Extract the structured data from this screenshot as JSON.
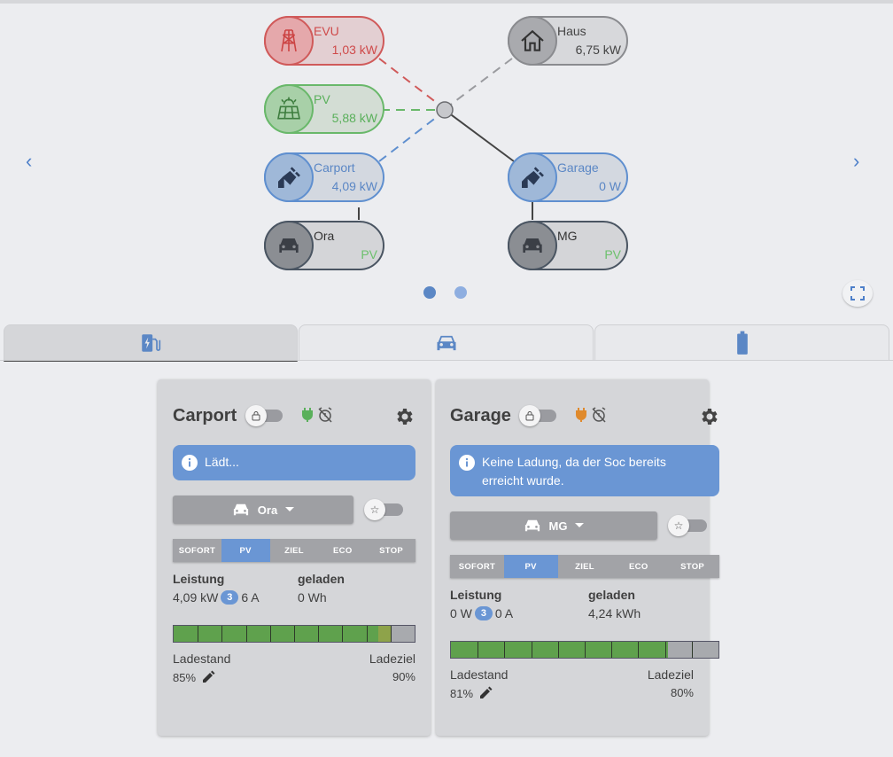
{
  "flow": {
    "nodes": {
      "evu": {
        "label": "EVU",
        "value": "1,03 kW",
        "icon": "power-pylon-icon"
      },
      "pv": {
        "label": "PV",
        "value": "5,88 kW",
        "icon": "solar-panel-icon"
      },
      "carport": {
        "label": "Carport",
        "value": "4,09 kW",
        "icon": "ev-plug-icon"
      },
      "ora": {
        "label": "Ora",
        "value": "PV",
        "icon": "car-icon"
      },
      "haus": {
        "label": "Haus",
        "value": "6,75 kW",
        "icon": "house-icon"
      },
      "garage": {
        "label": "Garage",
        "value": "0 W",
        "icon": "ev-plug-icon"
      },
      "mg": {
        "label": "MG",
        "value": "PV",
        "icon": "car-icon"
      }
    },
    "nav": {
      "prev": "‹",
      "next": "›"
    },
    "pages": {
      "count": 2,
      "current": 1
    }
  },
  "tabs": [
    {
      "name": "charge-points",
      "icon": "charging-station-icon",
      "active": true
    },
    {
      "name": "vehicles",
      "icon": "car-icon",
      "active": false
    },
    {
      "name": "battery",
      "icon": "battery-icon",
      "active": false
    }
  ],
  "cards": [
    {
      "title": "Carport",
      "plug_color": "#5ab05b",
      "info": "Lädt...",
      "vehicle": "Ora",
      "modes": [
        "SOFORT",
        "PV",
        "ZIEL",
        "ECO",
        "STOP"
      ],
      "selected_mode": "PV",
      "leistung_label": "Leistung",
      "leistung_kw": "4,09 kW",
      "phases": "3",
      "leistung_a": "6 A",
      "geladen_label": "geladen",
      "geladen_val": "0 Wh",
      "soc_label": "Ladestand",
      "soc_val": "85%",
      "ziel_label": "Ladeziel",
      "ziel_val": "90%",
      "soc": 85,
      "target": 90
    },
    {
      "title": "Garage",
      "plug_color": "#e08a2c",
      "info": "Keine Ladung, da der Soc bereits erreicht wurde.",
      "vehicle": "MG",
      "modes": [
        "SOFORT",
        "PV",
        "ZIEL",
        "ECO",
        "STOP"
      ],
      "selected_mode": "PV",
      "leistung_label": "Leistung",
      "leistung_kw": "0 W",
      "phases": "3",
      "leistung_a": "0 A",
      "geladen_label": "geladen",
      "geladen_val": "4,24 kWh",
      "soc_label": "Ladestand",
      "soc_val": "81%",
      "ziel_label": "Ladeziel",
      "ziel_val": "80%",
      "soc": 81,
      "target": 80
    }
  ],
  "colors": {
    "accent": "#6a96d4",
    "grid_red": "#d05a5a",
    "pv_green": "#69b86a",
    "soc_green": "#5fa14d"
  }
}
